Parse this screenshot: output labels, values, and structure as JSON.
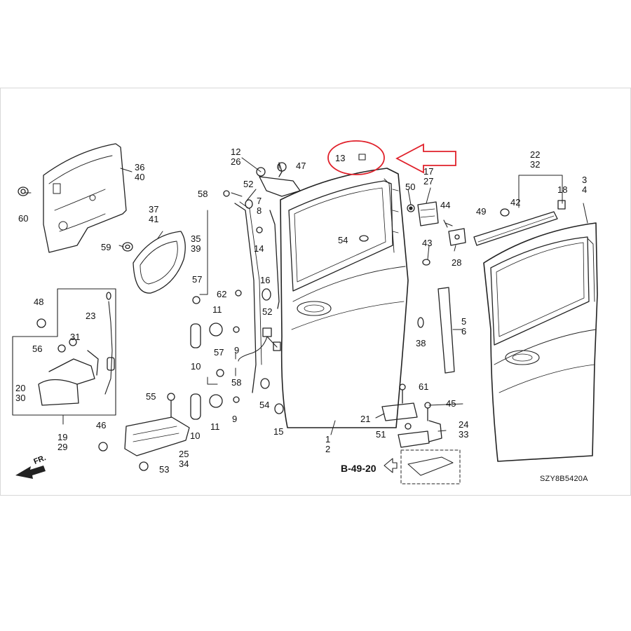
{
  "diagram": {
    "code": "SZY8B5420A",
    "reference": "B-49-20",
    "direction_label": "FR.",
    "highlight_color": "#e0202a",
    "line_color": "#222222",
    "highlighted_part": "13",
    "callouts": {
      "c1": "1",
      "c2": "2",
      "c3": "3",
      "c4": "4",
      "c5": "5",
      "c6": "6",
      "c7": "7",
      "c8": "8",
      "c9a": "9",
      "c9b": "9",
      "c10a": "10",
      "c10b": "10",
      "c11a": "11",
      "c11b": "11",
      "c12": "12",
      "c26": "26",
      "c13": "13",
      "c14": "14",
      "c15": "15",
      "c16": "16",
      "c17": "17",
      "c27": "27",
      "c18": "18",
      "c19": "19",
      "c29": "29",
      "c20": "20",
      "c30": "30",
      "c21": "21",
      "c22": "22",
      "c32": "32",
      "c23": "23",
      "c24": "24",
      "c33": "33",
      "c25": "25",
      "c34": "34",
      "c28": "28",
      "c31": "31",
      "c35": "35",
      "c39": "39",
      "c36": "36",
      "c40": "40",
      "c37": "37",
      "c41": "41",
      "c38": "38",
      "c42": "42",
      "c43": "43",
      "c44": "44",
      "c45": "45",
      "c46": "46",
      "c47": "47",
      "c48": "48",
      "c49": "49",
      "c50": "50",
      "c51": "51",
      "c52a": "52",
      "c52b": "52",
      "c53": "53",
      "c54a": "54",
      "c54b": "54",
      "c55": "55",
      "c56": "56",
      "c57a": "57",
      "c57b": "57",
      "c58a": "58",
      "c58b": "58",
      "c59": "59",
      "c60": "60",
      "c61": "61",
      "c62": "62"
    }
  }
}
